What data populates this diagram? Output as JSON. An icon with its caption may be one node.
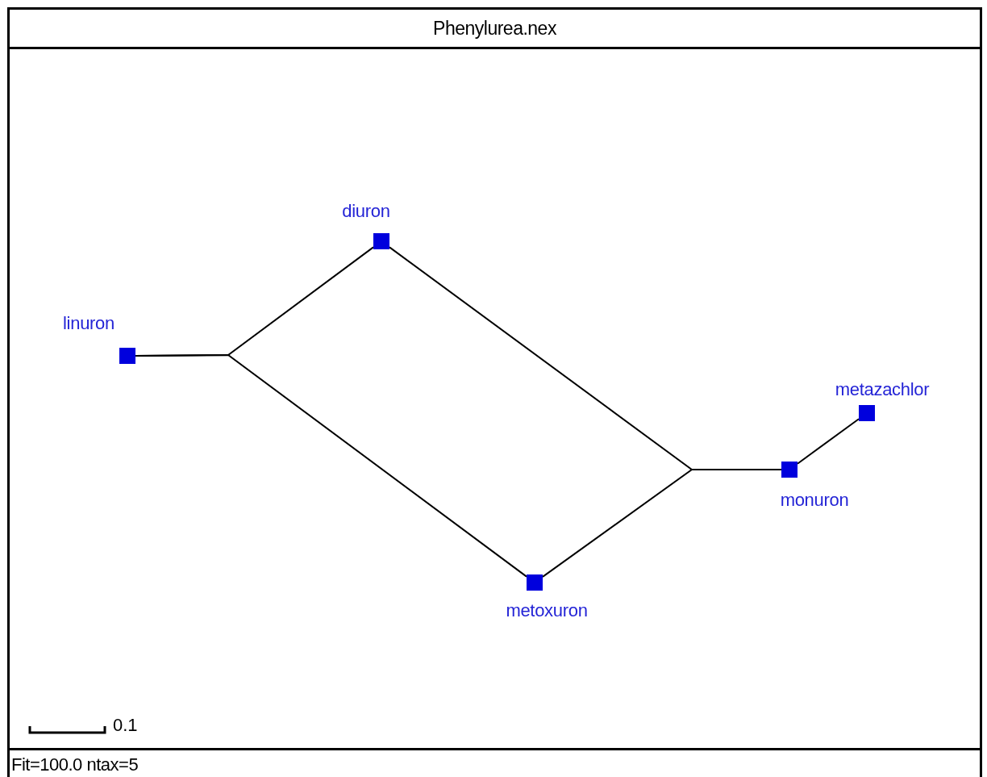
{
  "diagram": {
    "title": "Phenylurea.nex",
    "nodes": [
      {
        "text": [
          "linuron"
        ]
      },
      {
        "text": [
          "diuron"
        ]
      },
      {
        "text": [
          "metoxuron"
        ]
      },
      {
        "text": [
          "monuron"
        ]
      },
      {
        "text": [
          "metazachlor"
        ]
      }
    ],
    "edges": [
      {
        "from": 0,
        "to": 1,
        "arrow": "none"
      },
      {
        "from": 0,
        "to": 2,
        "arrow": "none"
      },
      {
        "from": 1,
        "to": 3,
        "arrow": "none"
      },
      {
        "from": 2,
        "to": 3,
        "arrow": "none"
      },
      {
        "from": 3,
        "to": 4,
        "arrow": "none"
      }
    ],
    "labels": [
      "0.1",
      "Fit=100.0 ntax=5"
    ]
  }
}
